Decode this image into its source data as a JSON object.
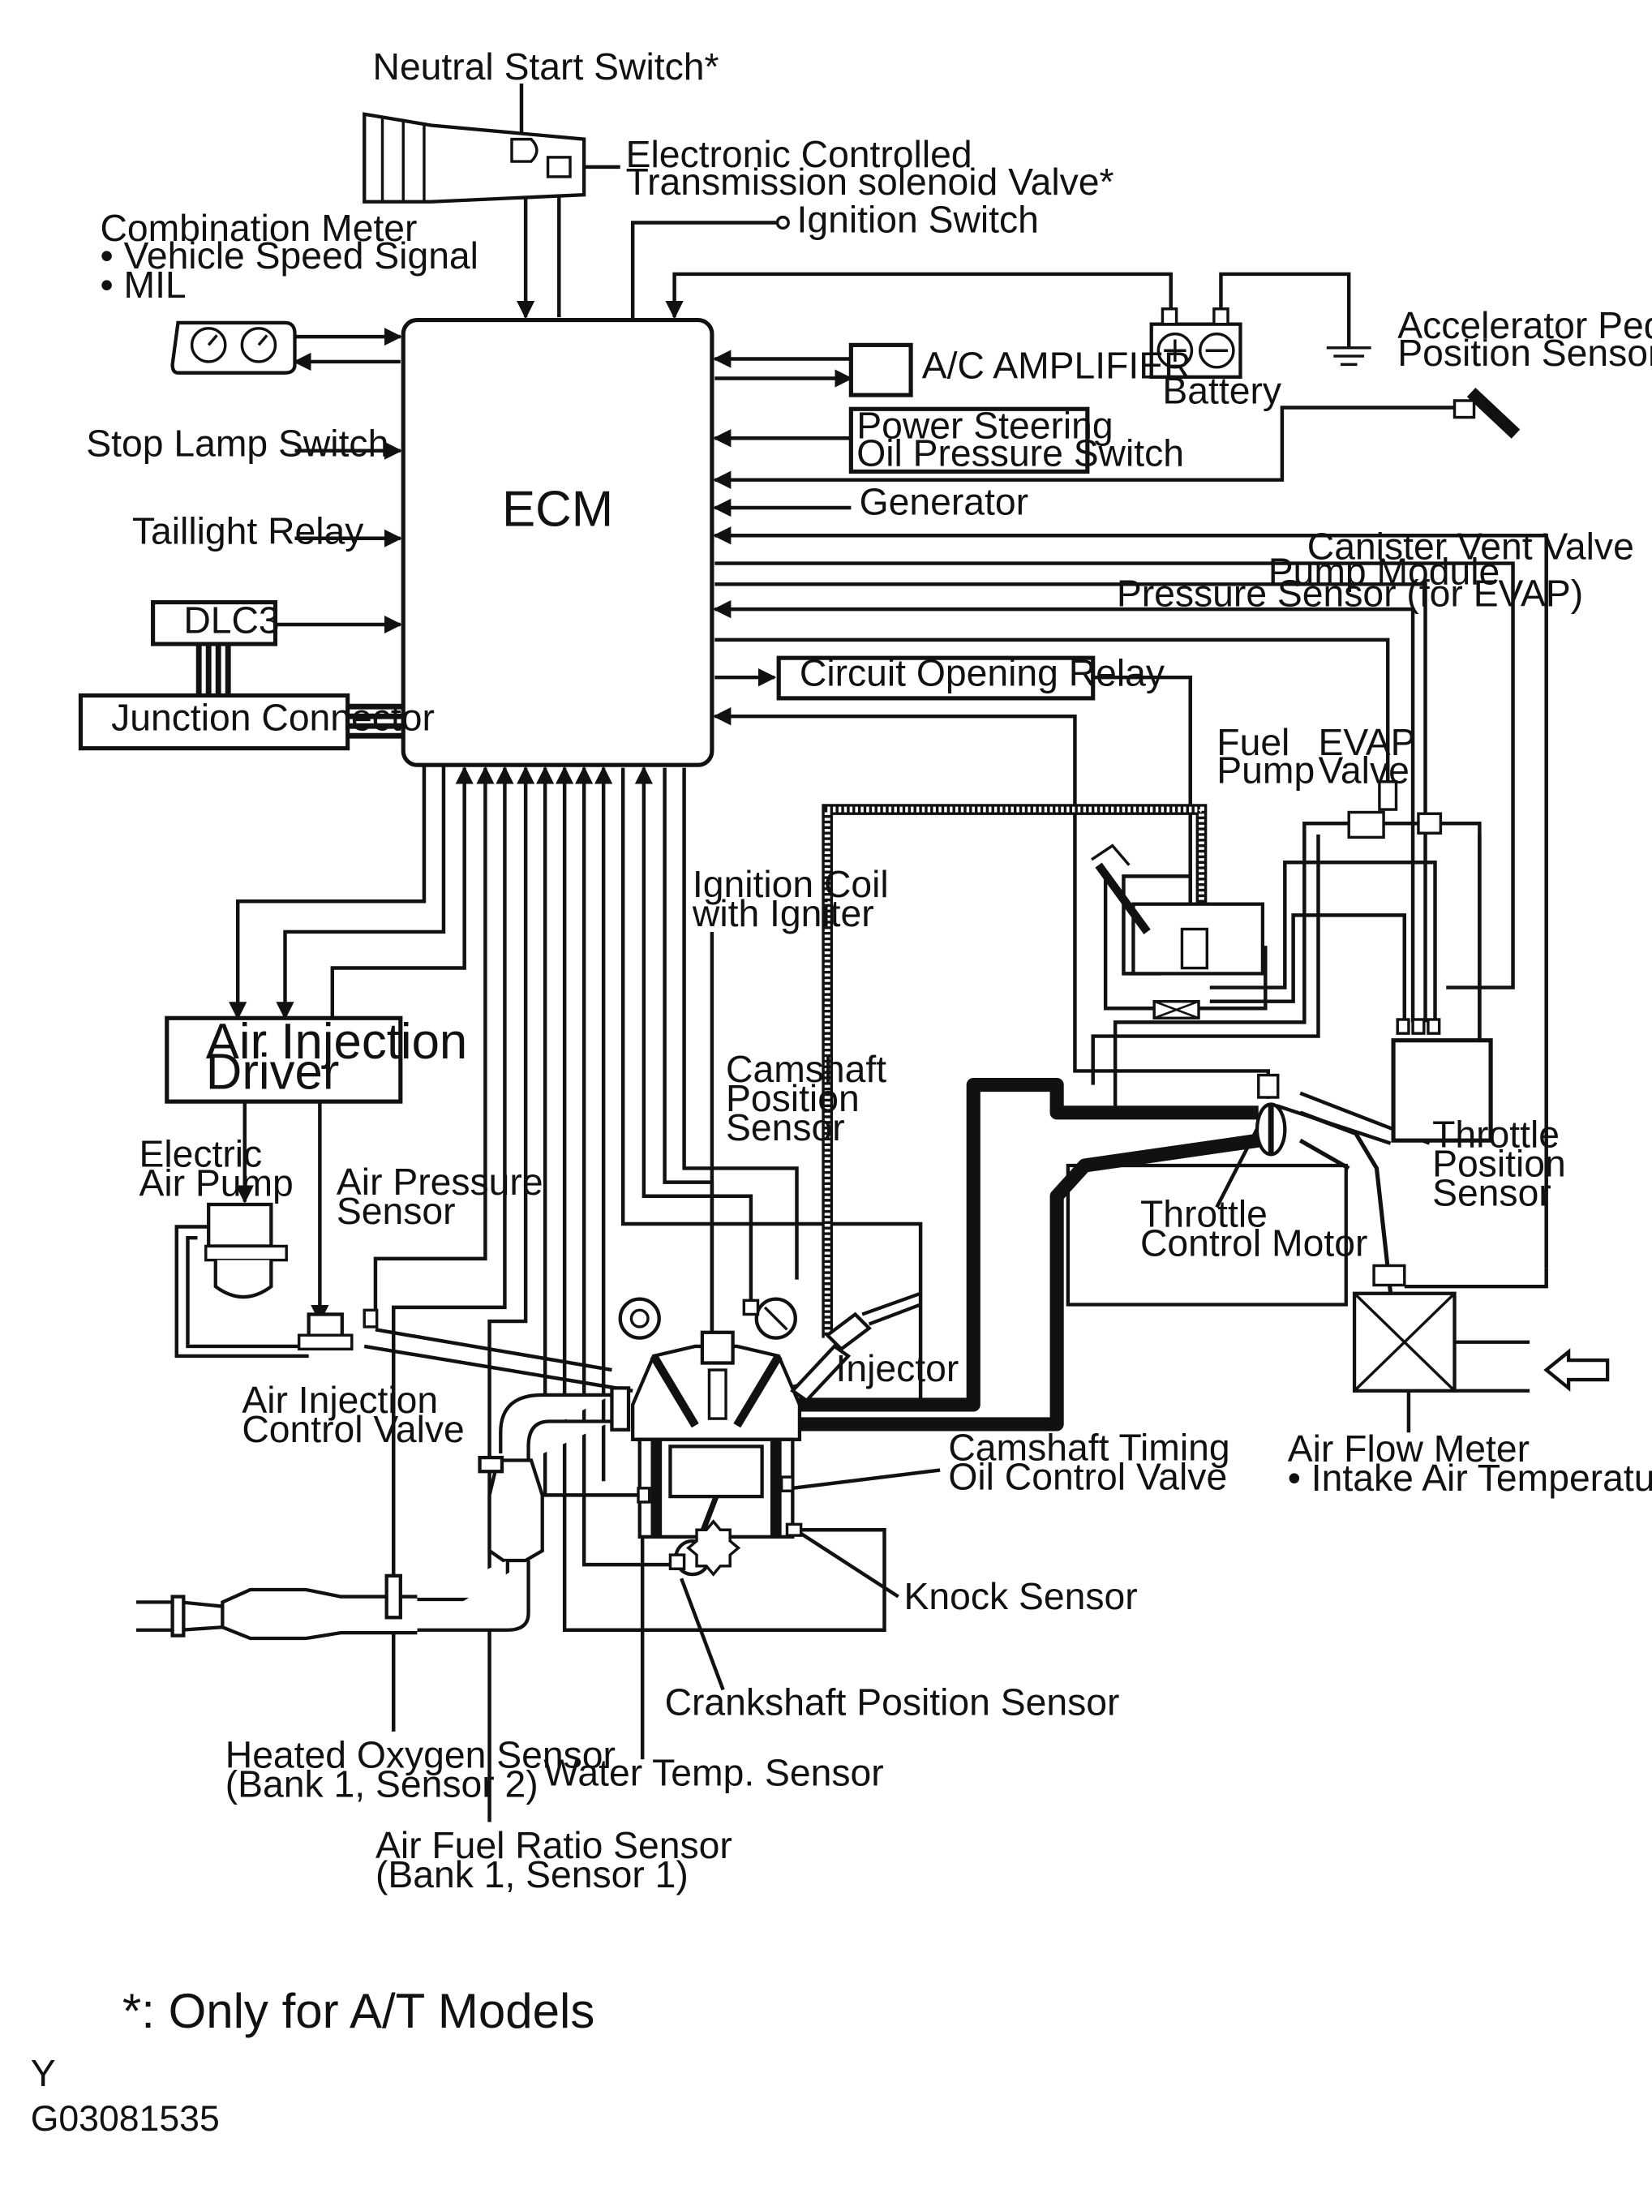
{
  "diagram": {
    "ecm": "ECM",
    "labels": {
      "neutral_start": "Neutral Start Switch*",
      "ect_valve_1": "Electronic Controlled",
      "ect_valve_2": "Transmission solenoid Valve*",
      "ignition_switch": "Ignition Switch",
      "combo_meter": "Combination Meter",
      "combo_speed": "• Vehicle Speed Signal",
      "combo_mil": "• MIL",
      "ac_amp": "A/C AMPLIFIER",
      "battery": "Battery",
      "accel_1": "Accelerator Pedal",
      "accel_2": "Position Sensor",
      "ps_1": "Power Steering",
      "ps_2": "Oil Pressure Switch",
      "stop_lamp": "Stop Lamp Switch",
      "generator": "Generator",
      "taillight": "Taillight Relay",
      "canister_vent": "Canister Vent Valve",
      "pump_module": "Pump Module",
      "pressure_sensor": "Pressure Sensor (for EVAP)",
      "dlc3": "DLC3",
      "circuit_relay": "Circuit Opening Relay",
      "junction": "Junction Connector",
      "fuel_pump_1": "Fuel",
      "fuel_pump_2": "Pump",
      "evap_1": "EVAP",
      "evap_2": "Valve",
      "ign_coil_1": "Ignition Coil",
      "ign_coil_2": "with Igniter",
      "air_inj_1": "Air Injection",
      "air_inj_2": "Driver",
      "cam_pos_1": "Camshaft",
      "cam_pos_2": "Position",
      "cam_pos_3": "Sensor",
      "throttle_pos_1": "Throttle",
      "throttle_pos_2": "Position",
      "throttle_pos_3": "Sensor",
      "elec_pump_1": "Electric",
      "elec_pump_2": "Air Pump",
      "air_press_1": "Air Pressure",
      "air_press_2": "Sensor",
      "throttle_motor_1": "Throttle",
      "throttle_motor_2": "Control Motor",
      "injector": "Injector",
      "aicv_1": "Air Injection",
      "aicv_2": "Control Valve",
      "cam_timing_1": "Camshaft Timing",
      "cam_timing_2": "Oil Control Valve",
      "afm_1": "Air Flow Meter",
      "afm_2": "• Intake Air Temperature Sensor",
      "knock": "Knock Sensor",
      "crank": "Crankshaft Position Sensor",
      "ho2_1": "Heated Oxygen Sensor",
      "ho2_2": "(Bank 1, Sensor 2)",
      "water_temp": "Water Temp. Sensor",
      "afr_1": "Air Fuel Ratio Sensor",
      "afr_2": "(Bank 1, Sensor 1)"
    },
    "footnote": "*: Only for A/T Models",
    "corner_mark": "Y",
    "figure_code": "G03081535"
  }
}
